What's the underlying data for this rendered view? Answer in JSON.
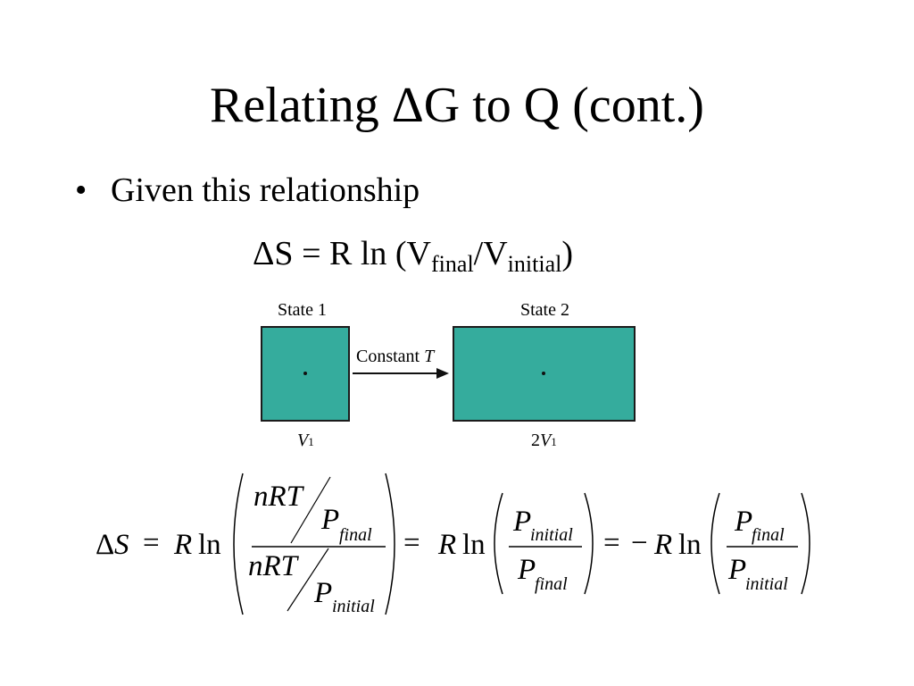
{
  "slide": {
    "title": "Relating ΔG to Q (cont.)",
    "bullet": "Given this relationship",
    "bullet_marker": "•"
  },
  "equation_1": {
    "lhs": "ΔS = R ln (V",
    "sub_final": "final",
    "slash": "/V",
    "sub_initial": "initial",
    "close": ")"
  },
  "diagram": {
    "state1_label": "State 1",
    "state2_label": "State 2",
    "arrow_label_text": "Constant ",
    "arrow_label_var": "T",
    "v1_var": "V",
    "v1_sub": "1",
    "v2_coef": "2",
    "v2_var": "V",
    "v2_sub": "1",
    "box_color": "#35ac9d"
  },
  "equation_2": {
    "delta": "Δ",
    "S": "S",
    "eq": "=",
    "R": "R",
    "ln": "ln",
    "nRT": "nRT",
    "P": "P",
    "final": "final",
    "initial": "initial",
    "minus": "−"
  }
}
